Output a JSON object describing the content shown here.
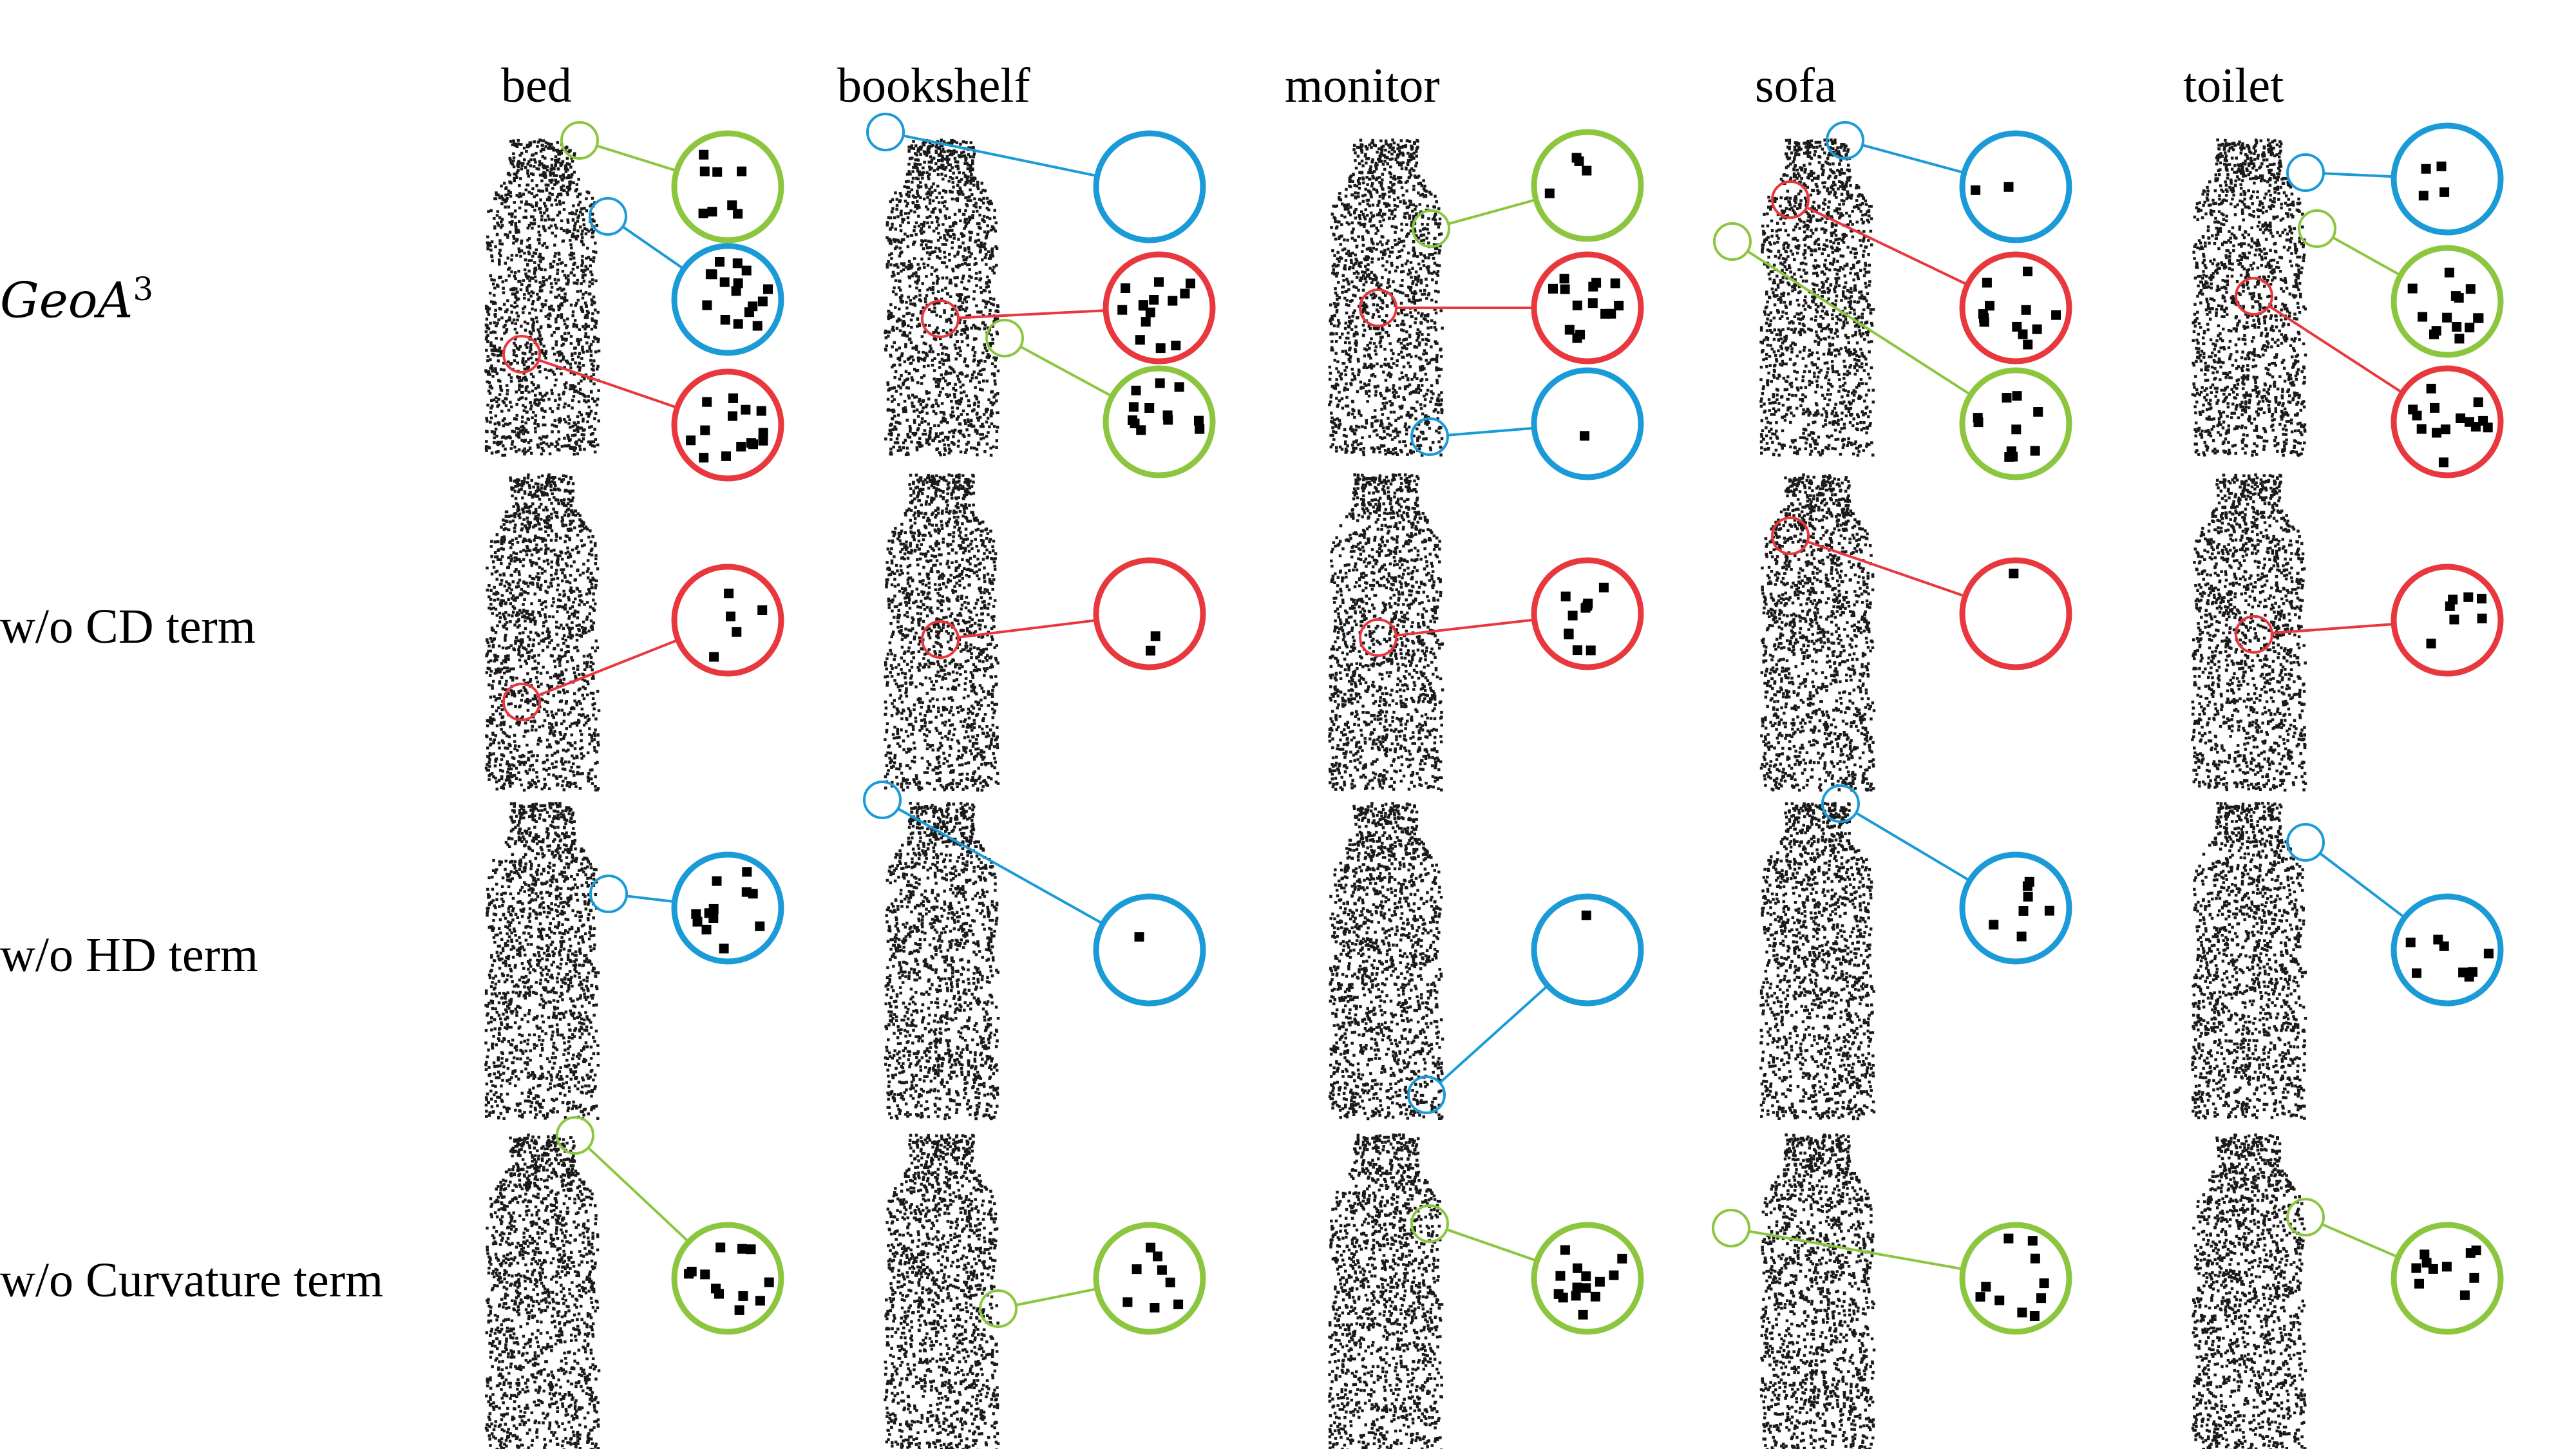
{
  "figure": {
    "columns": [
      "bed",
      "bookshelf",
      "monitor",
      "sofa",
      "toilet"
    ],
    "rows": [
      {
        "label_main": "GeoA",
        "label_sup": "3"
      },
      {
        "label_main": "w/o CD term",
        "label_sup": ""
      },
      {
        "label_main": "w/o HD term",
        "label_sup": ""
      },
      {
        "label_main": "w/o Curvature term",
        "label_sup": ""
      }
    ],
    "highlight_colors": {
      "red": "#e8383d",
      "blue": "#1a9bd7",
      "green": "#8cc63f"
    }
  }
}
